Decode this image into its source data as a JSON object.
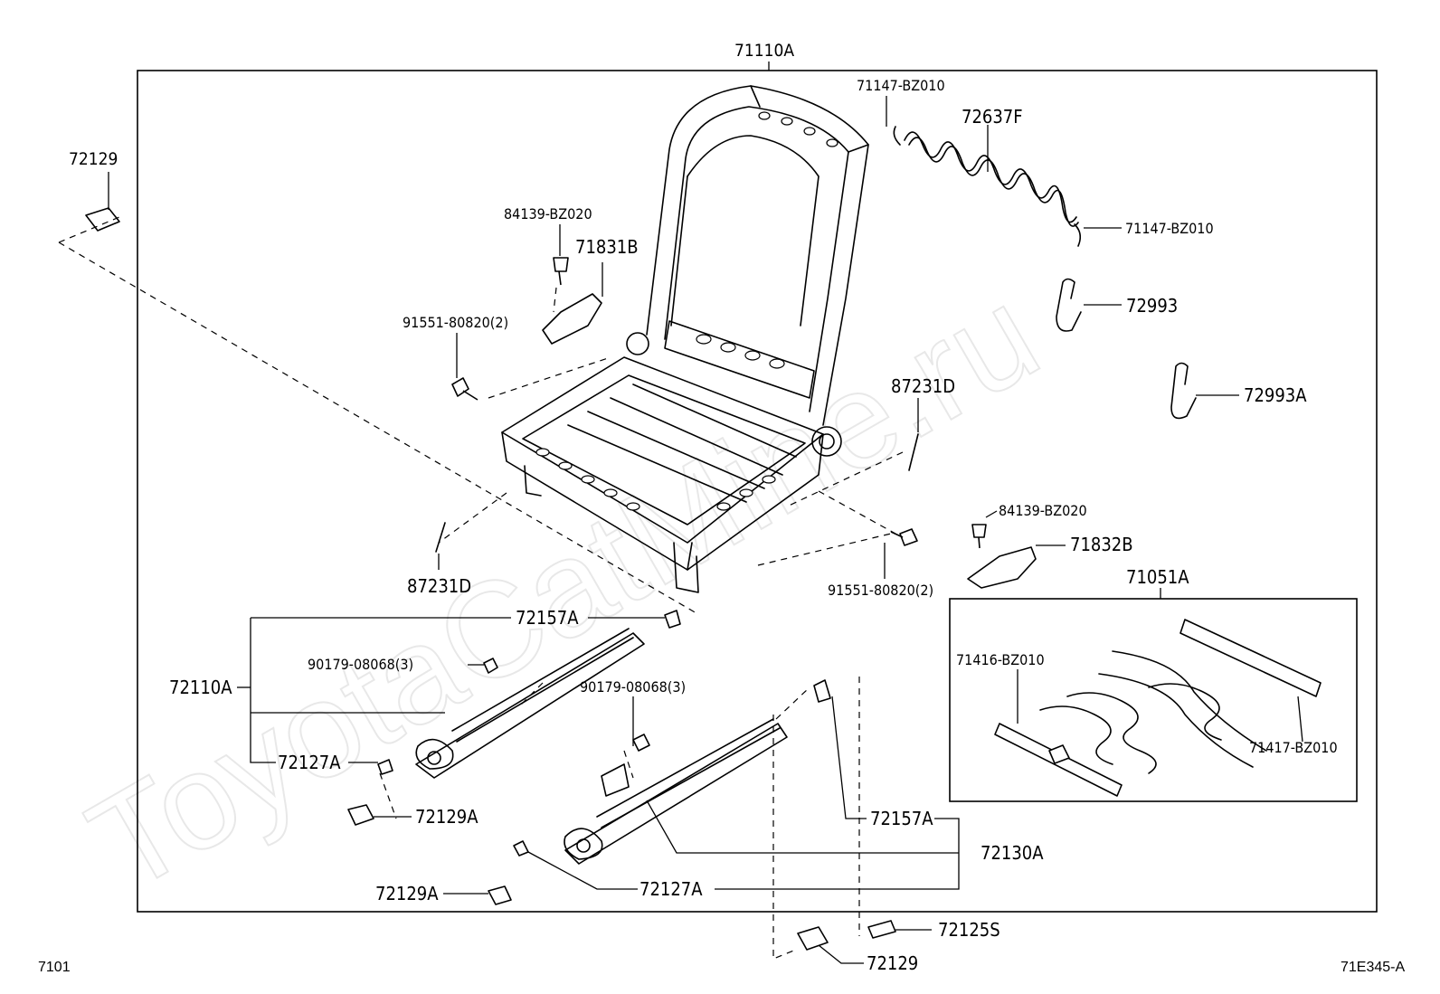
{
  "watermark": "ToyotaCatMine.ru",
  "diagram_code": "71E345-A",
  "page_ref": "7101",
  "labels": {
    "p71110A": "71110A",
    "p72129_top": "72129",
    "p71147_top": "71147-BZ010",
    "p72637F": "72637F",
    "p71147_right": "71147-BZ010",
    "p84139_top": "84139-BZ020",
    "p71831B": "71831B",
    "p72993": "72993",
    "p91551_left": "91551-80820(2)",
    "p72993A": "72993A",
    "p87231D_right": "87231D",
    "p84139_right": "84139-BZ020",
    "p71832B": "71832B",
    "p87231D_left": "87231D",
    "p91551_right": "91551-80820(2)",
    "p71051A": "71051A",
    "p72157A_top": "72157A",
    "p90179_left": "90179-08068(3)",
    "p71416": "71416-BZ010",
    "p72110A": "72110A",
    "p90179_mid": "90179-08068(3)",
    "p71417": "71417-BZ010",
    "p72127A_left": "72127A",
    "p72129A_mid": "72129A",
    "p72157A_right": "72157A",
    "p72130A": "72130A",
    "p72127A_bottom": "72127A",
    "p72129A_bottom": "72129A",
    "p72125S": "72125S",
    "p72129_bottom": "72129"
  }
}
